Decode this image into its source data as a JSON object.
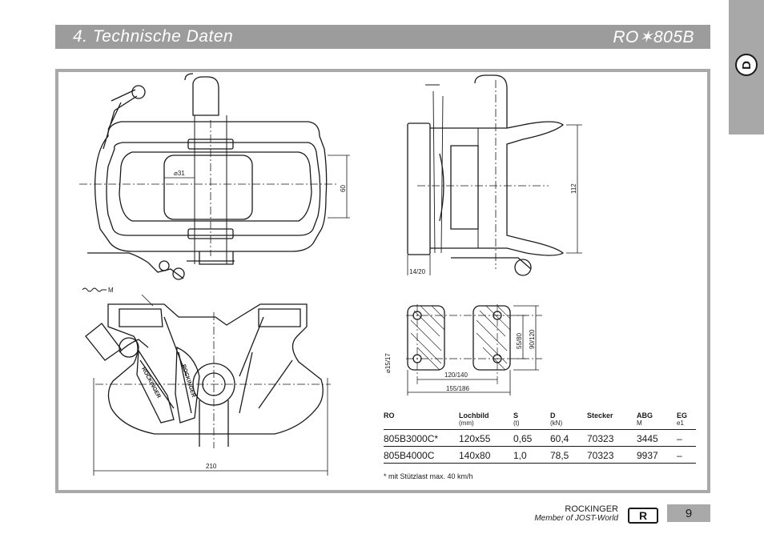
{
  "header": {
    "title": "4. Technische Daten",
    "model": "RO✶805B"
  },
  "side_tab": {
    "language": "D"
  },
  "drawing_labels": {
    "diameter_31": "⌀31",
    "dim_60": "60",
    "dim_112": "112",
    "dim_14_20": "14/20",
    "marker_m": "M",
    "dim_210": "210",
    "diameter_15_17": "⌀15/17",
    "dim_55_80": "55/80",
    "dim_90_120": "90/120",
    "dim_120_140": "120/140",
    "dim_155_186": "155/186",
    "brand_print_1": "ROCKINGER",
    "brand_print_2": "ROCKINGER"
  },
  "table": {
    "headers": [
      "RO",
      "Lochbild",
      "S",
      "D",
      "Stecker",
      "ABG",
      "EG"
    ],
    "units": [
      "",
      "(mm)",
      "(t)",
      "(kN)",
      "",
      "M",
      "e1"
    ],
    "rows": [
      [
        "805B3000C*",
        "120x55",
        "0,65",
        "60,4",
        "70323",
        "3445",
        "–"
      ],
      [
        "805B4000C",
        "140x80",
        "1,0",
        "78,5",
        "70323",
        "9937",
        "–"
      ]
    ],
    "footnote": "* mit Stützlast max. 40 km/h"
  },
  "footer": {
    "brand": "ROCKINGER",
    "tagline": "Member of JOST-World",
    "logo_letter": "R",
    "page_number": "9"
  }
}
